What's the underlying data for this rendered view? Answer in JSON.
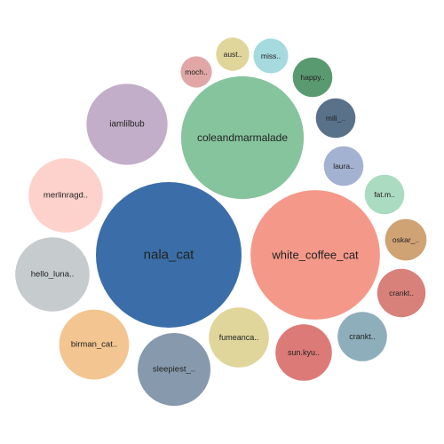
{
  "chart_data": {
    "type": "bubble",
    "title": "",
    "items": [
      {
        "label": "nala_cat",
        "value": 100,
        "color": "#3b6ea8"
      },
      {
        "label": "white_coffee_cat",
        "value": 79,
        "color": "#f4998a"
      },
      {
        "label": "coleandmarmalade",
        "value": 71,
        "color": "#86c49d"
      },
      {
        "label": "iamlilbub",
        "value": 31,
        "color": "#c3aec9"
      },
      {
        "label": "merlinragd..",
        "value": 26,
        "color": "#fdd2cc"
      },
      {
        "label": "hello_luna..",
        "value": 26,
        "color": "#c6cbce"
      },
      {
        "label": "birman_cat..",
        "value": 23,
        "color": "#f2c591"
      },
      {
        "label": "sleepiest_..",
        "value": 25,
        "color": "#8799ad"
      },
      {
        "label": "fumeanca..",
        "value": 17,
        "color": "#e0d59b"
      },
      {
        "label": "sun.kyu..",
        "value": 15,
        "color": "#dc7a78"
      },
      {
        "label": "crankt..",
        "value": 11.5,
        "color": "#8eaebc"
      },
      {
        "label": "crankt..",
        "value": 11,
        "color": "#d8807a"
      },
      {
        "label": "oskar_..",
        "value": 8.1,
        "color": "#cfa374"
      },
      {
        "label": "fat.m..",
        "value": 7.4,
        "color": "#abdbc0"
      },
      {
        "label": "laura..",
        "value": 7.4,
        "color": "#a3b2d1"
      },
      {
        "label": "mili_..",
        "value": 7.4,
        "color": "#5a718a"
      },
      {
        "label": "happy..",
        "value": 7.4,
        "color": "#5a9a70"
      },
      {
        "label": "miss..",
        "value": 5.7,
        "color": "#a5dade"
      },
      {
        "label": "aust..",
        "value": 5.2,
        "color": "#e0d59b"
      },
      {
        "label": "moch..",
        "value": 4.6,
        "color": "#e1a7a6"
      }
    ]
  }
}
